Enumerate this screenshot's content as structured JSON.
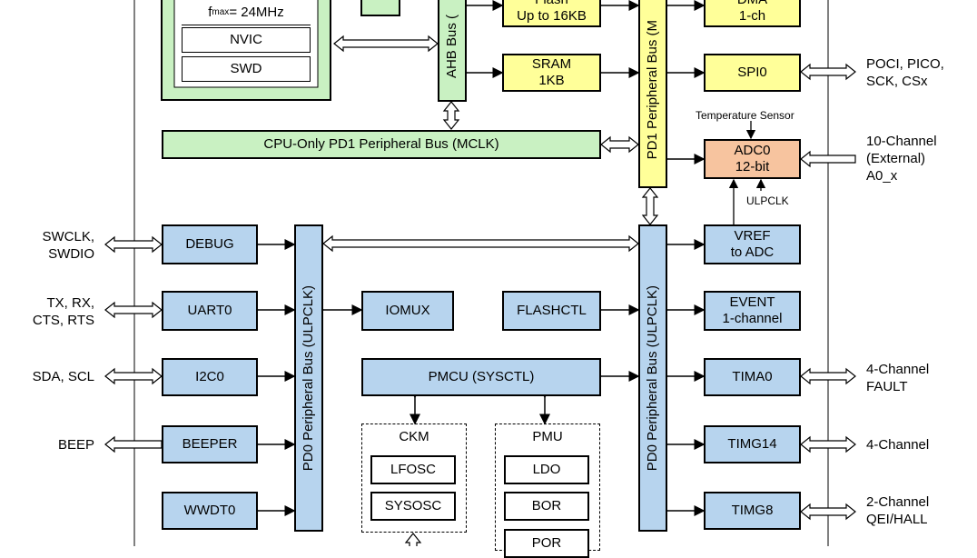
{
  "cpu": {
    "fmax_prefix": "f",
    "fmax_sub": "max",
    "fmax_suffix": " = 24MHz",
    "nvic": "NVIC",
    "swd": "SWD"
  },
  "ahb_bus": "AHB Bus (",
  "flash": {
    "line1": "Flash",
    "line2": "Up to 16KB"
  },
  "sram": {
    "line1": "SRAM",
    "line2": "1KB"
  },
  "dma": {
    "line1": "DMA",
    "line2": "1-ch"
  },
  "pd1_bus": "PD1 Peripheral Bus (M",
  "spi0": "SPI0",
  "spi0_ext": {
    "line1": "POCI, PICO,",
    "line2": "SCK, CSx"
  },
  "temp_sensor": "Temperature Sensor",
  "cpu_only_bus": "CPU-Only  PD1 Peripheral Bus (MCLK)",
  "adc0": {
    "line1": "ADC0",
    "line2": "12-bit"
  },
  "adc_ext": {
    "line1": "10-Channel",
    "line2": "(External)",
    "line3": "A0_x"
  },
  "ulpclk_note": "ULPCLK",
  "vref": {
    "line1": "VREF",
    "line2": "to ADC"
  },
  "pd0_bus_left": "PD0 Peripheral Bus (ULPCLK)",
  "pd0_bus_right": "PD0 Peripheral Bus (ULPCLK)",
  "debug": "DEBUG",
  "debug_ext": {
    "line1": "SWCLK,",
    "line2": "SWDIO"
  },
  "uart0": "UART0",
  "uart_ext": {
    "line1": "TX, RX,",
    "line2": "CTS, RTS"
  },
  "i2c0": "I2C0",
  "i2c_ext": "SDA, SCL",
  "beeper": "BEEPER",
  "beep_ext": "BEEP",
  "wwdt0": "WWDT0",
  "iomux": "IOMUX",
  "flashctl": "FLASHCTL",
  "event": {
    "line1": "EVENT",
    "line2": "1-channel"
  },
  "pmcu": "PMCU (SYSCTL)",
  "tima0": "TIMA0",
  "tima0_ext": {
    "line1": "4-Channel",
    "line2": "FAULT"
  },
  "timg14": "TIMG14",
  "timg14_ext": "4-Channel",
  "timg8": "TIMG8",
  "timg8_ext": {
    "line1": "2-Channel",
    "line2": "QEI/HALL"
  },
  "ckm": {
    "title": "CKM",
    "lfosc": "LFOSC",
    "sysosc": "SYSOSC"
  },
  "pmu": {
    "title": "PMU",
    "ldo": "LDO",
    "bor": "BOR",
    "por": "POR"
  },
  "colors": {
    "peripheral_blue": "#b7d4ee",
    "cpu_green": "#c9f1c2",
    "memory_yellow": "#ffff99",
    "adc_orange": "#f7c49f"
  }
}
